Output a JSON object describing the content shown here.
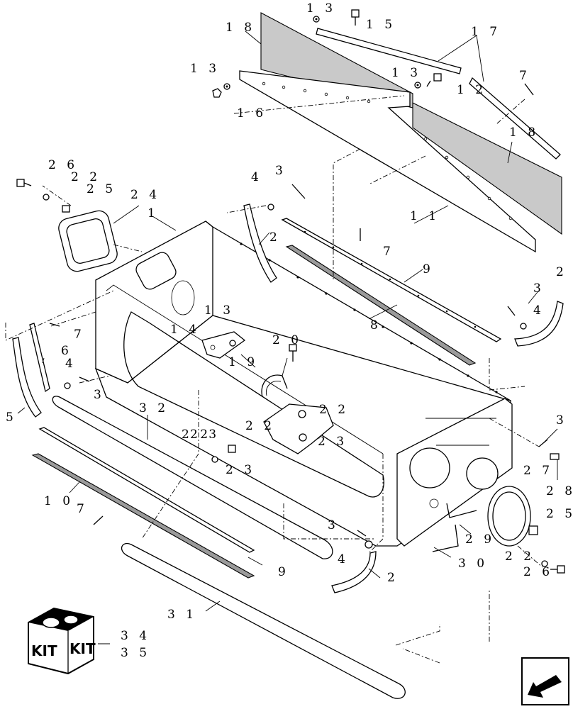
{
  "callouts": {
    "c13a": "1 3",
    "c15": "1 5",
    "c18a": "1 8",
    "c17": "1 7",
    "c13b": "1 3",
    "c13c": "1 3",
    "c12": "1 2",
    "c16": "1 6",
    "c7a": "7",
    "c18b": "1 8",
    "c26a": "2 6",
    "c22a": "2 2",
    "c25a": "2 5",
    "c24": "2 4",
    "c4a": "4",
    "c3a": "3",
    "c11": "1 1",
    "c1": "1",
    "c2a": "2",
    "c7b": "7",
    "c9a": "9",
    "c2b": "2",
    "c3b": "3",
    "c4b": "4",
    "c8": "8",
    "c13d": "1 3",
    "c14": "1 4",
    "c20": "2 0",
    "c19": "1 9",
    "c7c": "7",
    "c6": "6",
    "c4c": "4",
    "c3c": "3",
    "c5": "5",
    "c32": "3 2",
    "c22b": "2 2",
    "c22c": "2 2",
    "c23a": "2 3",
    "c22d": "2 2",
    "c23b": "2 3",
    "c23c": "2 3",
    "c3d": "3",
    "c28": "2 8",
    "c27": "2 7",
    "c10": "1 0",
    "c7d": "7",
    "c25b": "2 5",
    "c3e": "3",
    "c29": "2 9",
    "c4d": "4",
    "c30": "3 0",
    "c22e": "2 2",
    "c26b": "2 6",
    "c9b": "9",
    "c2c": "2",
    "c31": "3 1",
    "c34": "3 4",
    "c35": "3 5"
  },
  "kit": {
    "label_left": "KIT",
    "label_right": "KIT"
  },
  "icons": {
    "nav": "page-arrow-icon",
    "kit": "kit-box-icon"
  }
}
